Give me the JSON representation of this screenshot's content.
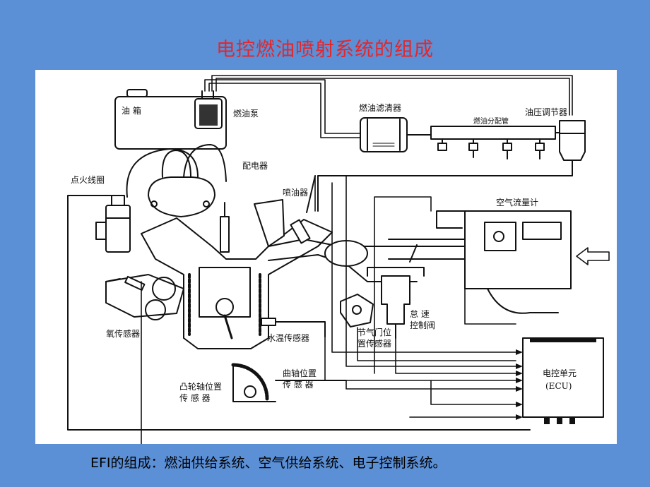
{
  "title": "电控燃油喷射系统的组成",
  "caption": "EFI的组成：燃油供给系统、空气供给系统、电子控制系统。",
  "labels": {
    "fuel_tank": "油 箱",
    "fuel_pump": "燃油泵",
    "fuel_filter": "燃油滤清器",
    "fuel_rail": "燃油分配管",
    "pressure_regulator": "油压调节器",
    "distributor": "配电器",
    "ignition_coil": "点火线圈",
    "injector": "喷油器",
    "air_flow_meter": "空气流量计",
    "oxygen_sensor": "氧传感器",
    "coolant_temp_sensor": "水温传感器",
    "throttle_position_sensor_line1": "节气门位",
    "throttle_position_sensor_line2": "置传感器",
    "idle_valve_line1": "怠 速",
    "idle_valve_line2": "控制阀",
    "crank_sensor_line1": "曲轴位置",
    "crank_sensor_line2": "传 感 器",
    "cam_sensor_line1": "凸轮轴位置",
    "cam_sensor_line2": "传 感 器",
    "ecu_line1": "电控单元",
    "ecu_line2": "(ECU)"
  },
  "colors": {
    "background": "#5b8fd6",
    "title": "#e4262b",
    "panel": "#ffffff",
    "ink": "#111111"
  }
}
